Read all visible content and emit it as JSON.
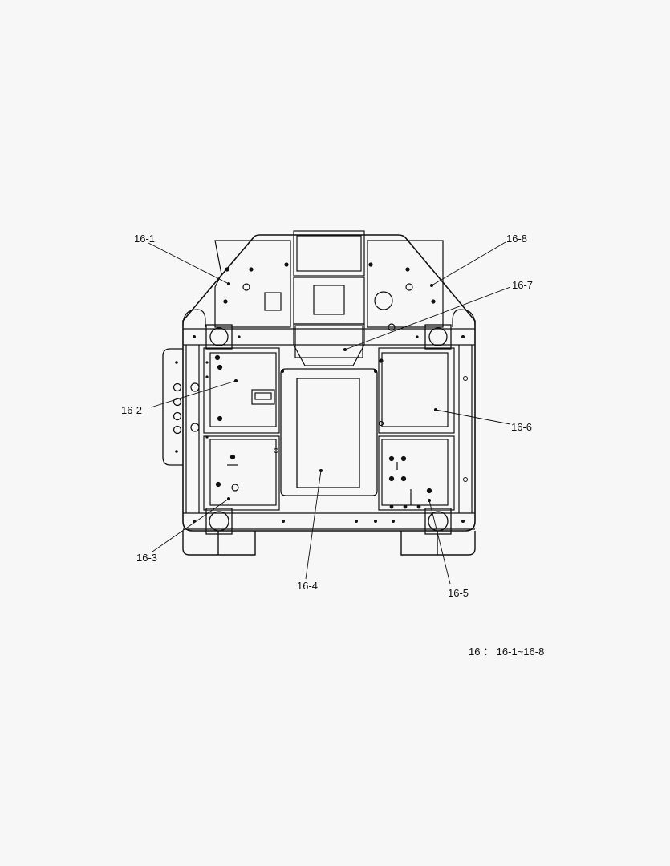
{
  "diagram": {
    "callouts": [
      {
        "id": "c1",
        "text": "16-1"
      },
      {
        "id": "c2",
        "text": "16-2"
      },
      {
        "id": "c3",
        "text": "16-3"
      },
      {
        "id": "c4",
        "text": "16-4"
      },
      {
        "id": "c5",
        "text": "16-5"
      },
      {
        "id": "c6",
        "text": "16-6"
      },
      {
        "id": "c7",
        "text": "16-7"
      },
      {
        "id": "c8",
        "text": "16-8"
      }
    ],
    "footnote": "16 ： 16-1~16-8"
  }
}
